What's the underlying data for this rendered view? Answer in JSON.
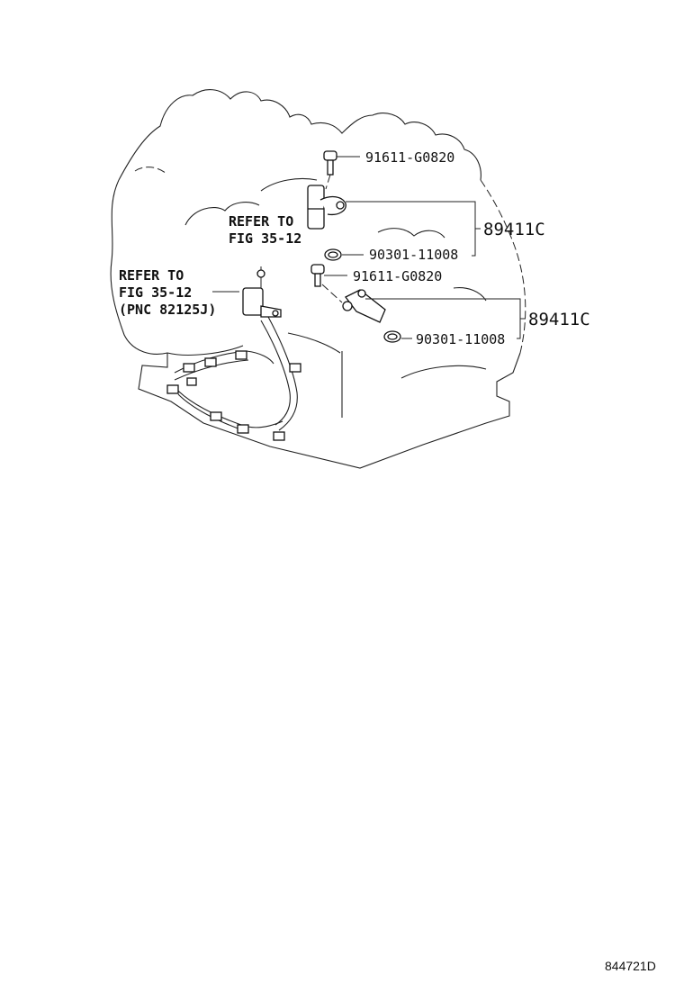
{
  "callouts": {
    "bolt_upper": "91611-G0820",
    "sensor_upper": "89411C",
    "oring_upper": "90301-11008",
    "bolt_lower": "91611-G0820",
    "sensor_lower": "89411C",
    "oring_lower": "90301-11008"
  },
  "refer_upper": {
    "line1": "REFER TO",
    "line2": "FIG 35-12"
  },
  "refer_left": {
    "line1": "REFER TO",
    "line2": "FIG 35-12",
    "line3": "(PNC 82125J)"
  },
  "diagram_code": "844721D"
}
